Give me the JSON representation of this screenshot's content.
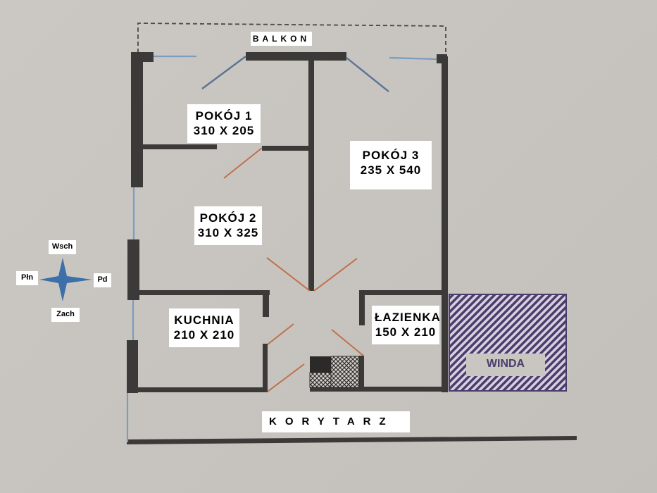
{
  "plan": {
    "balcony_label": "BALKON",
    "corridor_label": "KORYTARZ",
    "elevator_label": "WINDA"
  },
  "rooms": [
    {
      "name": "POKÓJ 1",
      "dims": "310 X 205"
    },
    {
      "name": "POKÓJ 2",
      "dims": "310 X 325"
    },
    {
      "name": "POKÓJ 3",
      "dims": "235 X 540"
    },
    {
      "name": "KUCHNIA",
      "dims": "210 X 210"
    },
    {
      "name": "ŁAZIENKA",
      "dims": "150 X 210"
    }
  ],
  "compass": {
    "top": "Wsch",
    "left": "Płn",
    "right": "Pd",
    "bottom": "Zach",
    "icon": "compass-star-icon",
    "color": "#3d6fa8"
  },
  "colors": {
    "background": "#c9c6c1",
    "wall": "#3b3a38",
    "window": "#7a9cc0",
    "door_interior": "#c0704a",
    "door_balcony": "#5a7494",
    "elevator_hatch": "#4b3d6b"
  }
}
